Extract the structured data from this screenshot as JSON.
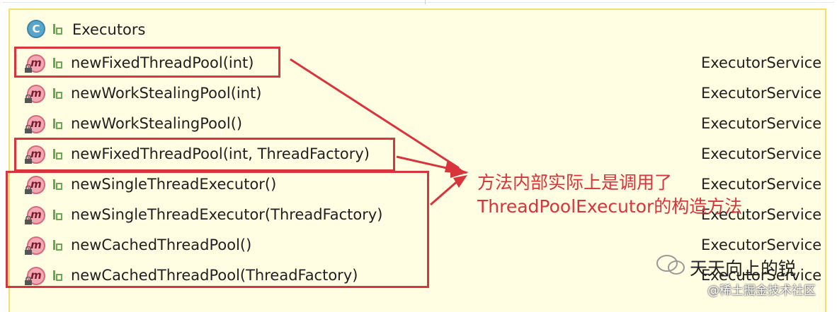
{
  "class_header": {
    "icon": "class-icon",
    "icon_letter": "C",
    "name": "Executors"
  },
  "rows": [
    {
      "method": "newFixedThreadPool(int)",
      "return_type": "ExecutorService"
    },
    {
      "method": "newWorkStealingPool(int)",
      "return_type": "ExecutorService"
    },
    {
      "method": "newWorkStealingPool()",
      "return_type": "ExecutorService"
    },
    {
      "method": "newFixedThreadPool(int, ThreadFactory)",
      "return_type": "ExecutorService"
    },
    {
      "method": "newSingleThreadExecutor()",
      "return_type": "ExecutorService"
    },
    {
      "method": "newSingleThreadExecutor(ThreadFactory)",
      "return_type": "ExecutorService"
    },
    {
      "method": "newCachedThreadPool()",
      "return_type": "ExecutorService"
    },
    {
      "method": "newCachedThreadPool(ThreadFactory)",
      "return_type": "ExecutorService"
    }
  ],
  "method_icon_letter": "m",
  "annotation": {
    "line1": "方法内部实际上是调用了",
    "line2": "ThreadPoolExecutor的构造方法"
  },
  "watermark": {
    "name": "天天向上的锐",
    "site": "@稀土掘金技术社区"
  },
  "colors": {
    "highlight": "#d9343c",
    "panel_bg": "#fffde2",
    "panel_border": "#f5df6b"
  }
}
